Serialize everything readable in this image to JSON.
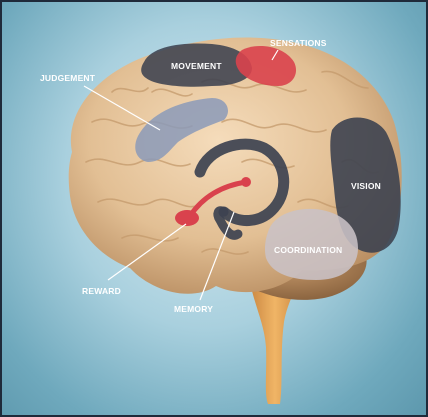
{
  "labels": {
    "sensations": "SENSATIONS",
    "movement": "MOVEMENT",
    "judgement": "JUDGEMENT",
    "vision": "VISION",
    "coordination": "COORDINATION",
    "reward": "REWARD",
    "memory": "MEMORY"
  },
  "colors": {
    "background": "#8fc0d1",
    "brain": "#e8cba6",
    "brainstem": "#e2a45e",
    "movement_region": "#3d4250",
    "sensations_region": "#d9424d",
    "judgement_region": "#8b9ab9",
    "vision_region": "#3d4250",
    "coordination_region": "#c9c2c6",
    "reward_region": "#d9424d",
    "memory_region": "#3d4250"
  }
}
